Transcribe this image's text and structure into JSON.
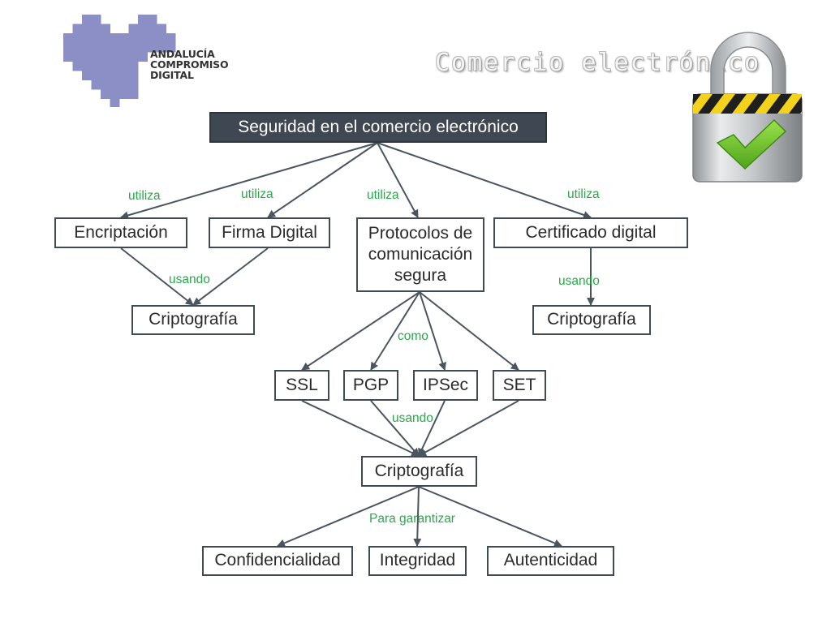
{
  "header": {
    "title": "Comercio electrónico",
    "logo": {
      "lines": [
        "ANDALUCÍA",
        "COMPROMISO",
        "DIGITAL"
      ],
      "heart_color": "#8c8fc6"
    },
    "lock_icon": "padlock-check-icon"
  },
  "diagram": {
    "root": "Seguridad en el comercio electrónico",
    "nodes": {
      "encriptacion": "Encriptación",
      "firma": "Firma Digital",
      "protocolos": "Protocolos de\ncomunicación\nsegura",
      "certificado": "Certificado digital",
      "cripto_left": "Criptografía",
      "cripto_right": "Criptografía",
      "ssl": "SSL",
      "pgp": "PGP",
      "ipsec": "IPSec",
      "set": "SET",
      "cripto_center": "Criptografía",
      "confidencialidad": "Confidencialidad",
      "integridad": "Integridad",
      "autenticidad": "Autenticidad"
    },
    "labels": {
      "utiliza_1": "utiliza",
      "utiliza_2": "utiliza",
      "utiliza_3": "utiliza",
      "utiliza_4": "utiliza",
      "usando_left": "usando",
      "usando_right": "usando",
      "como": "como",
      "usando_center": "usando",
      "para_garantizar": "Para garantizar"
    },
    "colors": {
      "root_fill": "#3e4752",
      "border": "#404b55",
      "link_label": "#2aa84a",
      "arrow": "#4a5560"
    }
  }
}
